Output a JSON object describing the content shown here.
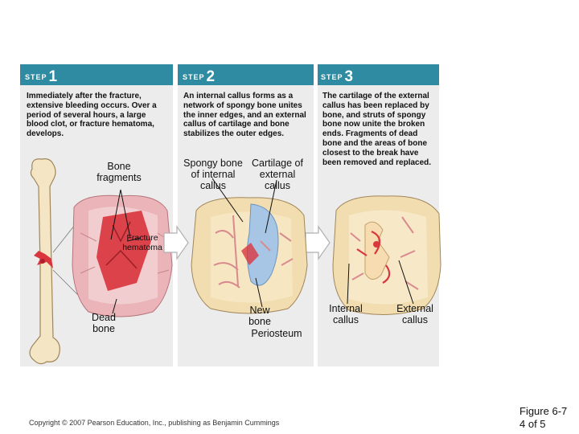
{
  "steps": [
    {
      "word": "STEP",
      "number": "1",
      "text": "Immediately after the fracture, extensive bleeding occurs. Over a period of several hours, a large blood clot, or fracture hematoma, develops."
    },
    {
      "word": "STEP",
      "number": "2",
      "text": "An internal callus forms as a network of spongy bone unites the inner edges, and an external callus of cartilage and bone stabilizes the outer edges."
    },
    {
      "word": "STEP",
      "number": "3",
      "text": "The cartilage of the external callus has been replaced by bone, and struts of spongy bone now unite the broken ends. Fragments of dead bone and the areas of bone closest to the break have been removed and replaced."
    }
  ],
  "labels": {
    "bone_fragments": "Bone fragments",
    "fracture_hematoma": "Fracture hematoma",
    "dead_bone": "Dead bone",
    "spongy_bone": "Spongy bone of internal callus",
    "cartilage": "Cartilage of external callus",
    "new_bone": "New bone",
    "periosteum": "Periosteum",
    "internal_callus": "Internal callus",
    "external_callus": "External callus"
  },
  "footer": {
    "copyright": "Copyright © 2007 Pearson Education, Inc., publishing as Benjamin Cummings",
    "figure": "Figure 6-7",
    "page": "4 of 5"
  },
  "colors": {
    "step_bar": "#2f8ba1",
    "panel": "#ececec",
    "hematoma": "#d9363e",
    "bone": "#f2ddb0",
    "cartilage": "#a7c6e6"
  }
}
